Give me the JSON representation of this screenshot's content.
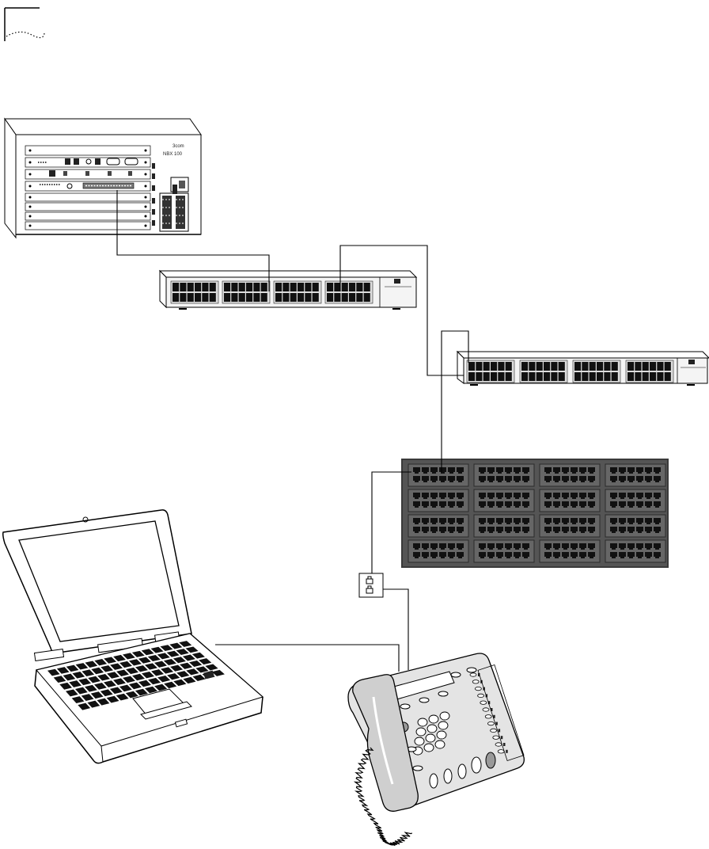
{
  "header": {
    "page_corner_mark": "page-corner",
    "dotted_rule": "dotted-rule"
  },
  "chassis": {
    "model_label": "NBX 100",
    "brand_label": "3com"
  },
  "icons": {
    "patch_panel_port": "rj45-port",
    "wall_jack": "rj45-wall-jack",
    "phone": "desk-telephone",
    "laptop": "notebook-computer"
  },
  "colors": {
    "line": "#000000",
    "panel_fill": "#555555",
    "panel_border": "#3a3a3a",
    "port_fill": "#111111",
    "switch_face": "#f4f4f4"
  }
}
